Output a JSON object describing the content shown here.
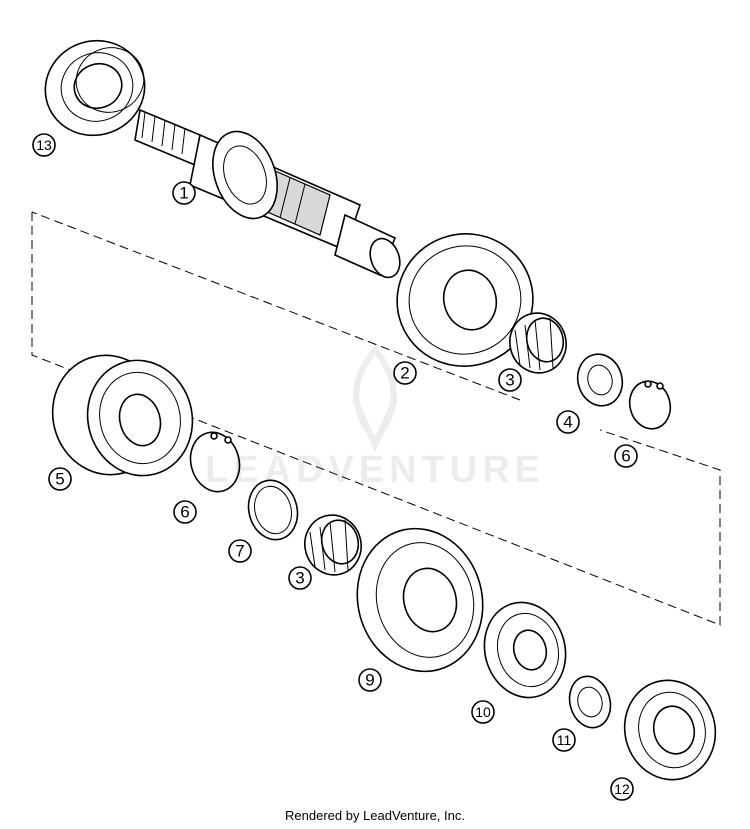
{
  "watermark": {
    "text": "LEADVENTURE"
  },
  "credit": "Rendered by LeadVenture, Inc.",
  "callouts": [
    {
      "id": "c1",
      "label": "1"
    },
    {
      "id": "c2",
      "label": "2"
    },
    {
      "id": "c3a",
      "label": "3"
    },
    {
      "id": "c4",
      "label": "4"
    },
    {
      "id": "c5",
      "label": "5"
    },
    {
      "id": "c6a",
      "label": "6"
    },
    {
      "id": "c6b",
      "label": "6"
    },
    {
      "id": "c7",
      "label": "7"
    },
    {
      "id": "c3b",
      "label": "3"
    },
    {
      "id": "c9",
      "label": "9"
    },
    {
      "id": "c10",
      "label": "10"
    },
    {
      "id": "c11",
      "label": "11"
    },
    {
      "id": "c12",
      "label": "12"
    },
    {
      "id": "c13",
      "label": "13"
    }
  ]
}
